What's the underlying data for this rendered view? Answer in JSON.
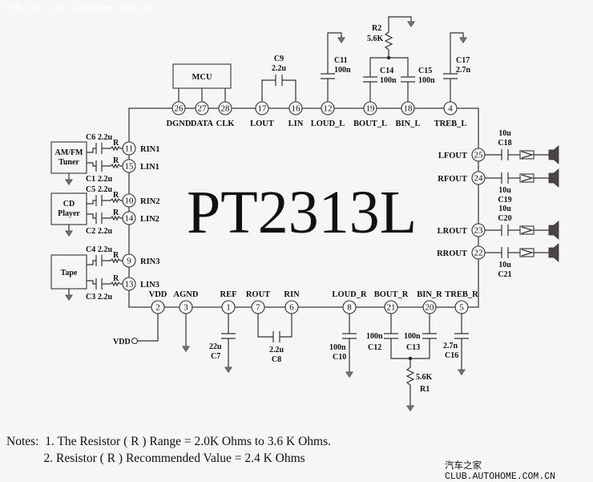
{
  "watermark_top": "汽车之家 CLUB.AUTOHOME.COM.CN",
  "watermark_bottom": "汽车之家 CLUB.AUTOHOME.COM.CN",
  "chip": {
    "name": "PT2313L"
  },
  "blocks": {
    "mcu": "MCU",
    "tuner_line1": "AM/FM",
    "tuner_line2": "Tuner",
    "cd_line1": "CD",
    "cd_line2": "Player",
    "tape": "Tape"
  },
  "pins": {
    "top": [
      {
        "num": "26",
        "name": "DGND"
      },
      {
        "num": "27",
        "name": "DATA"
      },
      {
        "num": "28",
        "name": "CLK"
      },
      {
        "num": "17",
        "name": "LOUT"
      },
      {
        "num": "16",
        "name": "LIN"
      },
      {
        "num": "12",
        "name": "LOUD_L"
      },
      {
        "num": "19",
        "name": "BOUT_L"
      },
      {
        "num": "18",
        "name": "BIN_L"
      },
      {
        "num": "4",
        "name": "TREB_L"
      }
    ],
    "left": [
      {
        "num": "11",
        "name": "RIN1"
      },
      {
        "num": "15",
        "name": "LIN1"
      },
      {
        "num": "10",
        "name": "RIN2"
      },
      {
        "num": "14",
        "name": "LIN2"
      },
      {
        "num": "9",
        "name": "RIN3"
      },
      {
        "num": "13",
        "name": "LIN3"
      }
    ],
    "right": [
      {
        "num": "25",
        "name": "LFOUT"
      },
      {
        "num": "24",
        "name": "RFOUT"
      },
      {
        "num": "23",
        "name": "LROUT"
      },
      {
        "num": "22",
        "name": "RROUT"
      }
    ],
    "bottom": [
      {
        "num": "2",
        "name": "VDD"
      },
      {
        "num": "3",
        "name": "AGND"
      },
      {
        "num": "1",
        "name": "REF"
      },
      {
        "num": "7",
        "name": "ROUT"
      },
      {
        "num": "6",
        "name": "RIN"
      },
      {
        "num": "8",
        "name": "LOUD_R"
      },
      {
        "num": "21",
        "name": "BOUT_R"
      },
      {
        "num": "20",
        "name": "BIN_R"
      },
      {
        "num": "5",
        "name": "TREB_R"
      }
    ]
  },
  "components": {
    "c9": {
      "ref": "C9",
      "value": "2.2u"
    },
    "c11": {
      "ref": "C11",
      "value": "100n"
    },
    "r2": {
      "ref": "R2",
      "value": "5.6K"
    },
    "c14": {
      "ref": "C14",
      "value": "100n"
    },
    "c15": {
      "ref": "C15",
      "value": "100n"
    },
    "c17": {
      "ref": "C17",
      "value": "2.7n"
    },
    "c6": {
      "ref": "C6",
      "value": "2.2u"
    },
    "c1": {
      "ref": "C1",
      "value": "2.2u"
    },
    "c5": {
      "ref": "C5",
      "value": "2.2u"
    },
    "c2": {
      "ref": "C2",
      "value": "2.2u"
    },
    "c4": {
      "ref": "C4",
      "value": "2.2u"
    },
    "c3": {
      "ref": "C3",
      "value": "2.2u"
    },
    "r_label": "R",
    "c18": {
      "ref": "C18",
      "value": "10u"
    },
    "c19": {
      "ref": "C19",
      "value": "10u"
    },
    "c20": {
      "ref": "C20",
      "value": "10u"
    },
    "c21": {
      "ref": "C21",
      "value": "10u"
    },
    "c7": {
      "ref": "C7",
      "value": "22u"
    },
    "c8": {
      "ref": "C8",
      "value": "2.2u"
    },
    "c10": {
      "ref": "C10",
      "value": "100n"
    },
    "c12": {
      "ref": "C12",
      "value": "100n"
    },
    "c13": {
      "ref": "C13",
      "value": "100n"
    },
    "c16": {
      "ref": "C16",
      "value": "2.7n"
    },
    "r1": {
      "ref": "R1",
      "value": "5.6K"
    },
    "vdd_terminal": "VDD"
  },
  "notes": {
    "line1": "Notes:  1. The Resistor ( R ) Range = 2.0K Ohms to 3.6 K Ohms.",
    "line2": "            2. Resistor ( R ) Recommended Value = 2.4 K Ohms"
  }
}
